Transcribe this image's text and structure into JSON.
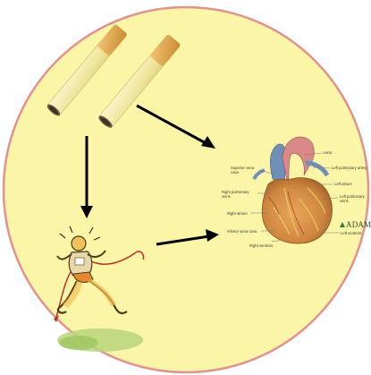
{
  "heart": {
    "labels": {
      "aorta": "Aorta",
      "superior_vena_cava_1": "Superior vena",
      "superior_vena_cava_2": "cava",
      "left_pulmonary_artery": "Left pulmonary artery",
      "left_atrium": "Left atrium",
      "right_pulmonary_veins_1": "Right pulmonary",
      "right_pulmonary_veins_2": "veins",
      "left_pulmonary_veins_1": "Left pulmonary",
      "left_pulmonary_veins_2": "veins",
      "right_atrium": "Right atrium",
      "inferior_vena_cava": "Inferior vena cava",
      "left_ventricle": "Left ventricle",
      "right_ventricle": "Right ventricle"
    },
    "brand": "ADAM"
  },
  "colors": {
    "circle_fill": "#fbf5a7",
    "circle_stroke": "#e2928f",
    "arrow": "#000000",
    "cigarette_filter": "#e6a748",
    "cigarette_paper": "#f3ecb0",
    "heart": "#cf8740"
  },
  "icons": {
    "cigarettes": "cigarettes-icon",
    "runner": "runner-icon",
    "heart": "heart-anatomy-icon"
  }
}
